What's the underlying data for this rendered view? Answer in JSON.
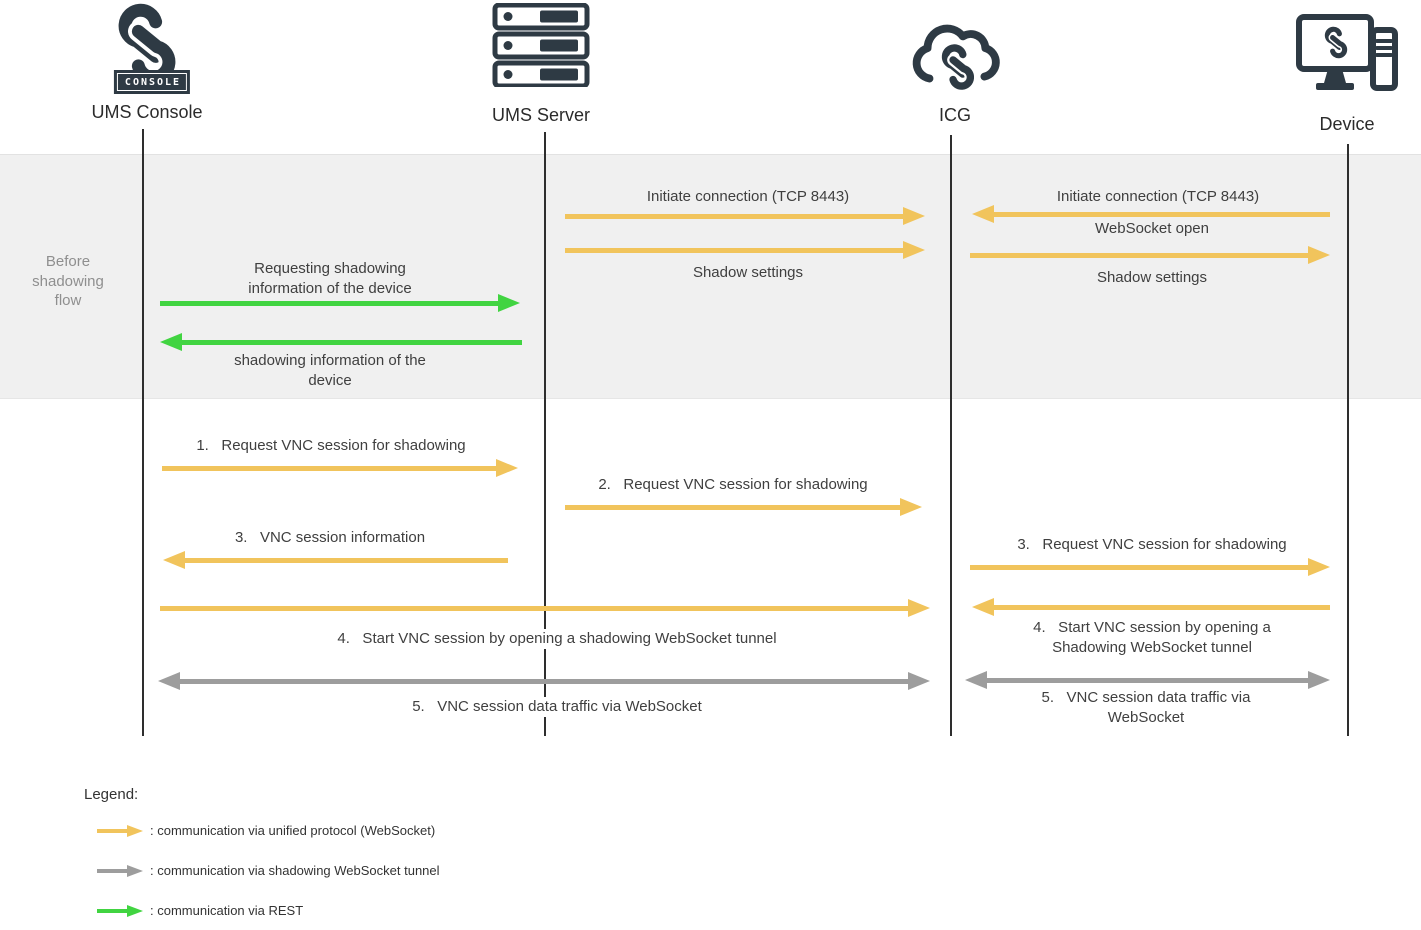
{
  "entities": {
    "ums_console": {
      "label": "UMS Console",
      "badge": "CONSOLE"
    },
    "ums_server": {
      "label": "UMS Server"
    },
    "icg": {
      "label": "ICG"
    },
    "device": {
      "label": "Device"
    }
  },
  "phase": {
    "label": "Before shadowing flow"
  },
  "messages": {
    "console_server": {
      "request_info": "Requesting shadowing information of the device",
      "response_info": "shadowing information of the device",
      "step1": "1.   Request VNC session for shadowing",
      "step3": "3.   VNC session information",
      "step4": "4.   Start VNC session by opening a shadowing WebSocket tunnel",
      "step5": "5.   VNC session data traffic via WebSocket"
    },
    "server_icg": {
      "initiate": "Initiate connection (TCP 8443)",
      "shadow_settings": "Shadow settings",
      "step2": "2.   Request VNC session for shadowing"
    },
    "icg_device": {
      "initiate": "Initiate connection (TCP 8443)",
      "websocket_open": "WebSocket open",
      "shadow_settings": "Shadow settings",
      "step3": "3.   Request VNC session for shadowing",
      "step4": "4.   Start VNC session by opening a Shadowing WebSocket tunnel",
      "step5": "5.   VNC session data traffic via WebSocket"
    }
  },
  "legend": {
    "title": "Legend:",
    "items": [
      {
        "key": "unified-protocol",
        "label": ": communication via unified protocol (WebSocket)"
      },
      {
        "key": "shadowing-tunnel",
        "label": ": communication via shadowing WebSocket tunnel"
      },
      {
        "key": "rest",
        "label": ": communication via REST"
      }
    ]
  },
  "colors": {
    "unified_protocol": "#F1C45C",
    "shadowing_tunnel": "#9D9D9D",
    "rest": "#41D441",
    "icon_dark": "#2E3A44",
    "band_bg": "#F0F0F0"
  }
}
